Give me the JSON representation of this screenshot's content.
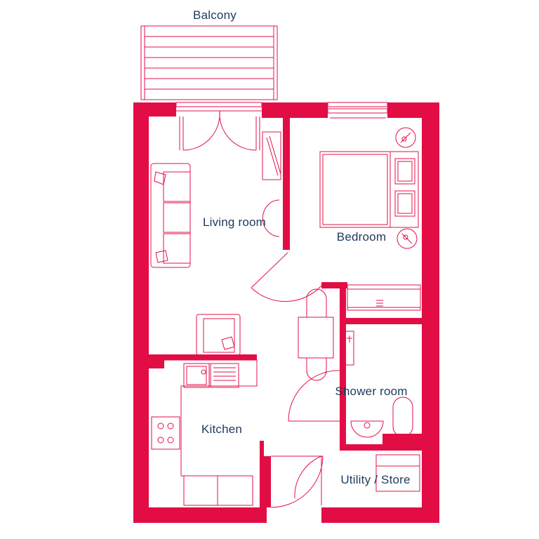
{
  "plan": {
    "rooms": {
      "balcony": "Balcony",
      "living_room": "Living room",
      "bedroom": "Bedroom",
      "kitchen": "Kitchen",
      "shower_room": "Shower room",
      "utility_store": "Utility / Store"
    },
    "colors": {
      "wall": "#e30d46",
      "line": "#e3104a",
      "label": "#1d3a5c",
      "background": "#ffffff"
    }
  }
}
